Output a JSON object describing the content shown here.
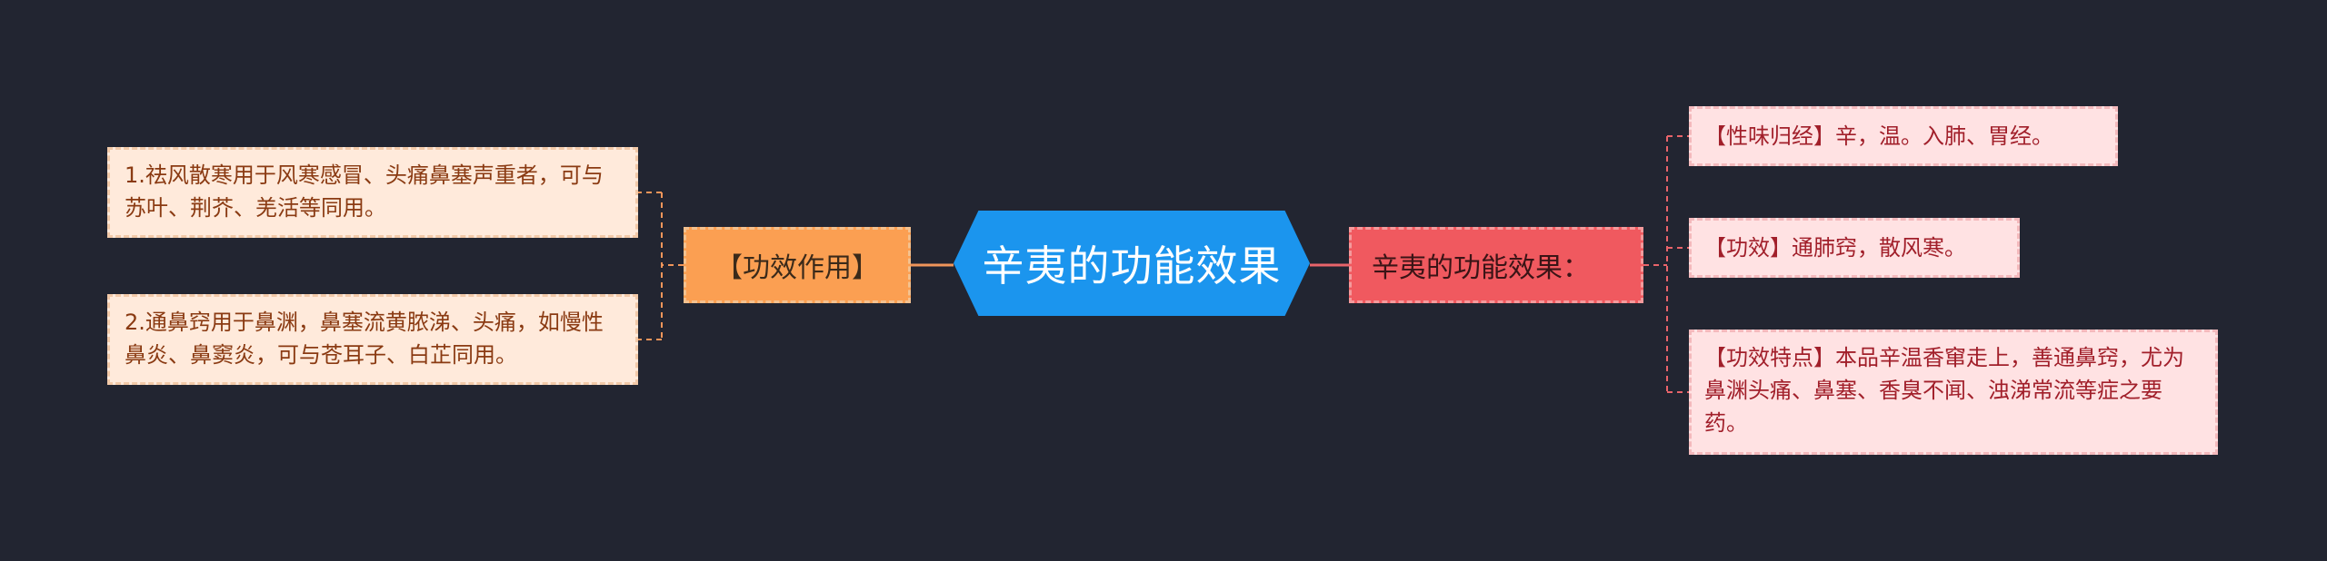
{
  "mindmap": {
    "center": {
      "title": "辛夷的功能效果"
    },
    "left_branch": {
      "label": "【功效作用】",
      "children": [
        {
          "text": "1.祛风散寒用于风寒感冒、头痛鼻塞声重者，可与苏叶、荆芥、羌活等同用。"
        },
        {
          "text": "2.通鼻窍用于鼻渊，鼻塞流黄脓涕、头痛，如慢性鼻炎、鼻窦炎，可与苍耳子、白芷同用。"
        }
      ]
    },
    "right_branch": {
      "label": "辛夷的功能效果：",
      "children": [
        {
          "text": "【性味归经】辛，温。入肺、胃经。"
        },
        {
          "text": "【功效】通肺窍，散风寒。"
        },
        {
          "text": "【功效特点】本品辛温香窜走上，善通鼻窍，尤为鼻渊头痛、鼻塞、香臭不闻、浊涕常流等症之要药。"
        }
      ]
    }
  },
  "colors": {
    "background": "#222531",
    "center_fill": "#1b95ee",
    "left_branch_fill": "#fb9f52",
    "right_branch_fill": "#f0595f",
    "left_leaf_fill": "#ffeadb",
    "right_leaf_fill": "#ffe2e3",
    "left_connector": "#f0955a",
    "right_connector": "#e8646a"
  }
}
